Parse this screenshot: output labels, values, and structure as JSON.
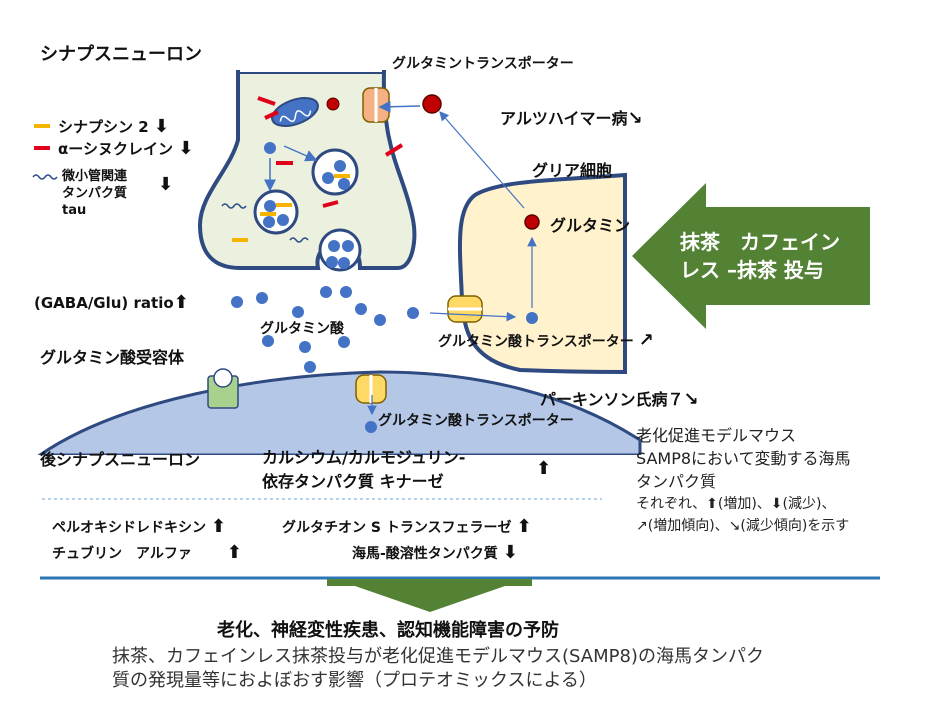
{
  "title": "シナプスニューロン",
  "legend": {
    "synapsin": "シナプシン 2",
    "synapsin_arrow": "⬇",
    "synuclein": "αーシヌクレイン",
    "synuclein_arrow": "⬇",
    "tau_line1": "微小管関連",
    "tau_line2": "タンパク質",
    "tau_line3": "tau",
    "tau_arrow": "⬇",
    "synapsin_color": "#f5b400",
    "synuclein_color": "#e0001a",
    "tau_color": "#2f4f8f"
  },
  "labels": {
    "glutamine_transporter": "グルタミントランスポーター",
    "alzheimers": "アルツハイマー病",
    "alzheimers_arrow": "↘",
    "glial_cell": "グリア細胞",
    "glutamine": "グルタミン",
    "gaba_ratio": "(GABA/Glu) ratio",
    "gaba_arrow": "⬆",
    "glutamate": "グルタミン酸",
    "glutamate_transporter_glia": "グルタミン酸トランスポーター",
    "glutamate_transporter_glia_arrow": "↗",
    "glutamate_receptor": "グルタミン酸受容体",
    "parkinsons": "パーキンソン氏病７",
    "parkinsons_arrow": "↘",
    "glutamate_transporter_post": "グルタミン酸トランスポーター",
    "postsynaptic": "後シナプスニューロン",
    "camk_line1": "カルシウム/カルモジュリン-",
    "camk_line2": "依存タンパク質 キナーゼ",
    "camk_arrow": "⬆"
  },
  "treatment": {
    "line1": "抹茶　カフェイン",
    "line2": "レス –抹茶 投与",
    "color": "#548235"
  },
  "legend_note": {
    "line1": "老化促進モデルマウス",
    "line2": "SAMP8において変動する海馬",
    "line3": "タンパク質",
    "line4": "それぞれ、⬆(増加)、⬇(減少)、",
    "line5": "↗(増加傾向)、↘(減少傾向)を示す"
  },
  "proteins": {
    "peroxiredoxin": "ペルオキシドレドキシン",
    "peroxiredoxin_arrow": "⬆",
    "gst": "グルタチオン S トランスフェラーゼ",
    "gst_arrow": "⬆",
    "tubulin": "チュブリン　アルファ",
    "tubulin_arrow": "⬆",
    "acidic": "海馬-酸溶性タンパク質",
    "acidic_arrow": "⬇"
  },
  "footer": {
    "title": "老化、神経変性疾患、認知機能障害の予防",
    "desc_line1": "抹茶、カフェインレス抹茶投与が老化促進モデルマウス(SAMP8)の海馬タンパク",
    "desc_line2": "質の発現量等におよぼおす影響（プロテオミックスによる）"
  },
  "colors": {
    "neuron_fill": "#ebf1de",
    "neuron_stroke": "#2e4a80",
    "glia_fill": "#fff2cc",
    "post_fill": "#b4c7e7",
    "molecule": "#4472c4",
    "glutamine_mol": "#c00000",
    "divider": "#2e75b6"
  }
}
